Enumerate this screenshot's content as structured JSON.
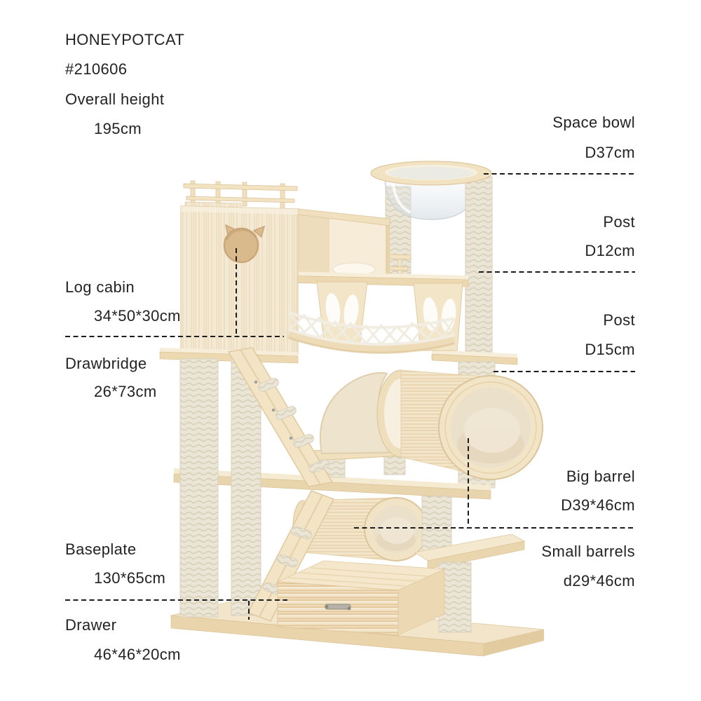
{
  "product": {
    "brand": "HONEYPOTCAT",
    "model": "#210606",
    "overall_height_label": "Overall height",
    "overall_height_value": "195cm"
  },
  "annotations": {
    "left": [
      {
        "part": "log-cabin",
        "label": "Log cabin",
        "value": "34*50*30cm"
      },
      {
        "part": "drawbridge",
        "label": "Drawbridge",
        "value": "26*73cm"
      },
      {
        "part": "baseplate",
        "label": "Baseplate",
        "value": "130*65cm"
      },
      {
        "part": "drawer",
        "label": "Drawer",
        "value": "46*46*20cm"
      }
    ],
    "right": [
      {
        "part": "space-bowl",
        "label": "Space bowl",
        "value": "D37cm"
      },
      {
        "part": "post-upper",
        "label": "Post",
        "value": "D12cm"
      },
      {
        "part": "post-lower",
        "label": "Post",
        "value": "D15cm"
      },
      {
        "part": "big-barrel",
        "label": "Big barrel",
        "value": "D39*46cm"
      },
      {
        "part": "small-barrels",
        "label": "Small barrels",
        "value": "d29*46cm"
      }
    ]
  },
  "colors": {
    "wood_light": "#f4e9d4",
    "wood_mid": "#f0e0bf",
    "wood_edge": "#e9d5ae",
    "sisal": "#ebe5d6",
    "plush": "#ebe0ca",
    "annotation_line": "#1c1c1c",
    "text": "#232323",
    "background": "#ffffff"
  }
}
